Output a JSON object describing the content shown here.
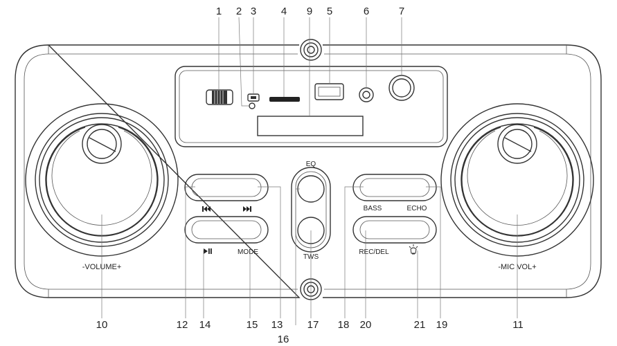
{
  "callouts": {
    "n1": "1",
    "n2": "2",
    "n3": "3",
    "n4": "4",
    "n9": "9",
    "n5": "5",
    "n6": "6",
    "n7": "7",
    "n10": "10",
    "n12": "12",
    "n14": "14",
    "n15": "15",
    "n13": "13",
    "n16": "16",
    "n17": "17",
    "n18": "18",
    "n20": "20",
    "n21": "21",
    "n19": "19",
    "n11": "11"
  },
  "labels": {
    "eq": "EQ",
    "tws": "TWS",
    "bass": "BASS",
    "echo": "ECHO",
    "mode": "MODE",
    "rec_del": "REC/DEL",
    "volume": "-VOLUME+",
    "mic_vol": "-MIC VOL+"
  },
  "icons": {
    "prev": "previous-track-icon",
    "next": "next-track-icon",
    "play_pause": "play-pause-icon",
    "light": "light-icon"
  }
}
